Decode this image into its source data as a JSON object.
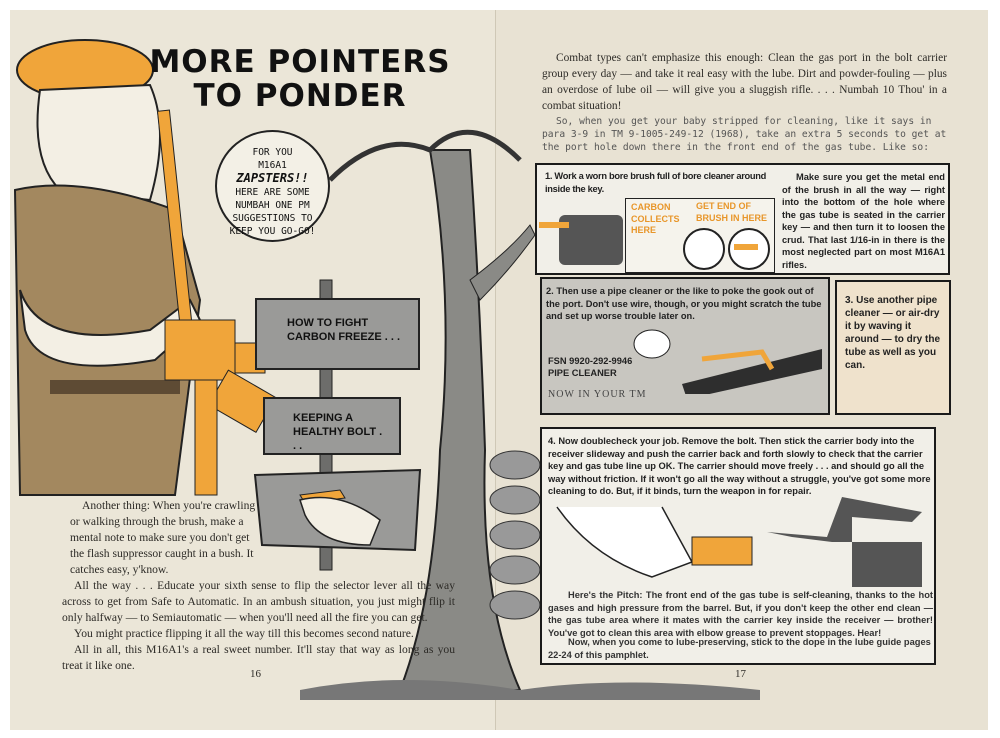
{
  "left_page": {
    "title": [
      "MORE POINTERS",
      "TO PONDER"
    ],
    "bubble": {
      "line1": "FOR YOU",
      "line2": "M16A1",
      "line3": "ZAPSTERS!!",
      "line4": "HERE ARE SOME NUMBAH ONE PM SUGGESTIONS TO KEEP YOU GO-GO!"
    },
    "signs": [
      "HOW TO FIGHT CARBON FREEZE . . .",
      "KEEPING A HEALTHY BOLT . . ."
    ],
    "paragraphs": [
      "Another thing: When you're crawling or walking through the brush, make a mental note to make sure you don't get the flash suppressor caught in a bush. It catches easy, y'know.",
      "All the way . . . Educate your sixth sense to flip the selector lever all the way across to get from Safe to Automatic. In an ambush situation, you just might flip it only halfway — to Semiautomatic — when you'll need all the fire you can get.",
      "You might practice flipping it all the way till this becomes second nature.",
      "All in all, this M16A1's a real sweet number. It'll stay that way as long as you treat it like one."
    ],
    "page_number": "16"
  },
  "right_page": {
    "intro1": "Combat types can't emphasize this enough: Clean the gas port in the bolt carrier group every day — and take it real easy with the lube. Dirt and powder-fouling — plus an overdose of lube oil — will give you a sluggish rifle. . . . Numbah 10 Thou' in a combat situation!",
    "intro2": "So, when you get your baby stripped for cleaning, like it says in para 3-9 in TM 9-1005-249-12 (1968), take an extra 5 seconds to get at the port hole down there in the front end of the gas tube. Like so:",
    "step1": "1. Work a worn bore brush full of bore cleaner around inside the key.",
    "label_carbon": "CARBON COLLECTS HERE",
    "label_brush": "GET END OF BRUSH IN HERE",
    "step1_side": "Make sure you get the metal end of the brush in all the way — right into the bottom of the hole where the gas tube is seated in the carrier key — and then turn it to loosen the crud. That last 1/16-in in there is the most neglected part on most M16A1 rifles.",
    "step2": "2. Then use a pipe cleaner or the like to poke the gook out of the port. Don't use wire, though, or you might scratch the tube and set up worse trouble later on.",
    "fsn": "FSN 9920-292-9946",
    "fsn_item": "PIPE CLEANER",
    "now_in_tm": "NOW IN YOUR TM",
    "step3": "3. Use another pipe cleaner — or air-dry it by waving it around — to dry the tube as well as you can.",
    "step4": "4. Now doublecheck your job. Remove the bolt. Then stick the carrier body into the receiver slideway and push the carrier back and forth slowly to check that the carrier key and gas tube line up OK. The carrier should move freely . . . and should go all the way without friction. If it won't go all the way without a struggle, you've got some more cleaning to do. But, if it binds, turn the weapon in for repair.",
    "pitch_label": "Here's the Pitch:",
    "pitch": "The front end of the gas tube is self-cleaning, thanks to the hot gases and high pressure from the barrel. But, if you don't keep the other end clean — the gas tube area where it mates with the carrier key inside the receiver — brother! You've got to clean this area with elbow grease to prevent stoppages. Hear!",
    "lube": "Now, when you come to lube-preserving, stick to the dope in the lube guide pages 22-24 of this pamphlet.",
    "page_number": "17"
  },
  "colors": {
    "accent": "#e8962a",
    "paper": "#ebe6d8",
    "ink": "#1a1a1a"
  }
}
